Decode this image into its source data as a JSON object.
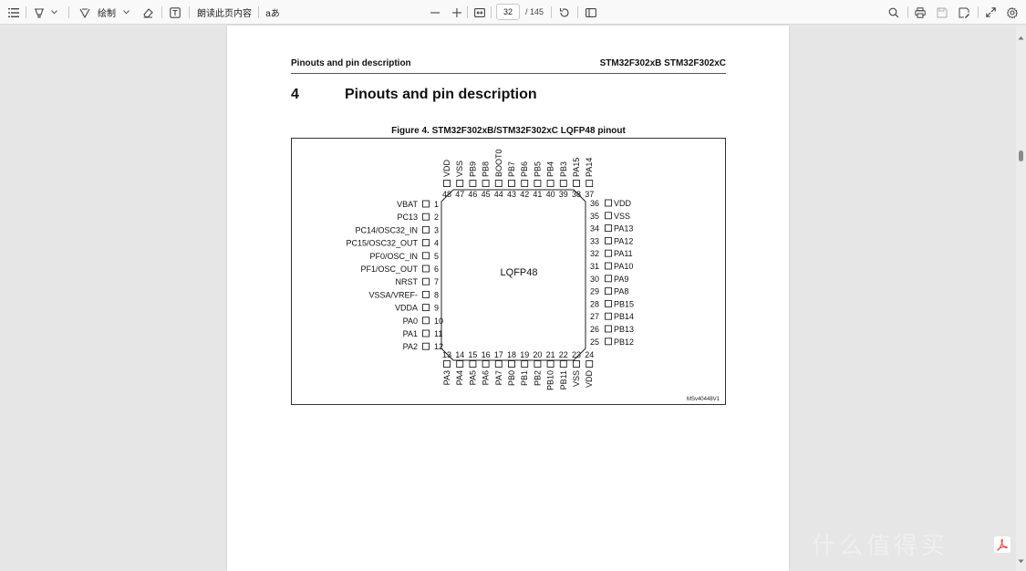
{
  "toolbar": {
    "draw_label": "绘制",
    "read_aloud_label": "朗读此页内容",
    "text_option_label": "aあ",
    "page_current": "32",
    "page_total": "/ 145"
  },
  "document": {
    "header_left": "Pinouts and pin description",
    "header_right": "STM32F302xB STM32F302xC",
    "section_number": "4",
    "section_title": "Pinouts and pin description",
    "figure_caption": "Figure 4. STM32F302xB/STM32F302xC LQFP48 pinout",
    "package_label": "LQFP48",
    "figure_id": "MSv40448V1",
    "pins_left": [
      {
        "num": "1",
        "name": "VBAT"
      },
      {
        "num": "2",
        "name": "PC13"
      },
      {
        "num": "3",
        "name": "PC14/OSC32_IN"
      },
      {
        "num": "4",
        "name": "PC15/OSC32_OUT"
      },
      {
        "num": "5",
        "name": "PF0/OSC_IN"
      },
      {
        "num": "6",
        "name": "PF1/OSC_OUT"
      },
      {
        "num": "7",
        "name": "NRST"
      },
      {
        "num": "8",
        "name": "VSSA/VREF-"
      },
      {
        "num": "9",
        "name": "VDDA"
      },
      {
        "num": "10",
        "name": "PA0"
      },
      {
        "num": "11",
        "name": "PA1"
      },
      {
        "num": "12",
        "name": "PA2"
      }
    ],
    "pins_bottom": [
      {
        "num": "13",
        "name": "PA3"
      },
      {
        "num": "14",
        "name": "PA4"
      },
      {
        "num": "15",
        "name": "PA5"
      },
      {
        "num": "16",
        "name": "PA6"
      },
      {
        "num": "17",
        "name": "PA7"
      },
      {
        "num": "18",
        "name": "PB0"
      },
      {
        "num": "19",
        "name": "PB1"
      },
      {
        "num": "20",
        "name": "PB2"
      },
      {
        "num": "21",
        "name": "PB10"
      },
      {
        "num": "22",
        "name": "PB11"
      },
      {
        "num": "23",
        "name": "VSS"
      },
      {
        "num": "24",
        "name": "VDD"
      }
    ],
    "pins_right": [
      {
        "num": "36",
        "name": "VDD"
      },
      {
        "num": "35",
        "name": "VSS"
      },
      {
        "num": "34",
        "name": "PA13"
      },
      {
        "num": "33",
        "name": "PA12"
      },
      {
        "num": "32",
        "name": "PA11"
      },
      {
        "num": "31",
        "name": "PA10"
      },
      {
        "num": "30",
        "name": "PA9"
      },
      {
        "num": "29",
        "name": "PA8"
      },
      {
        "num": "28",
        "name": "PB15"
      },
      {
        "num": "27",
        "name": "PB14"
      },
      {
        "num": "26",
        "name": "PB13"
      },
      {
        "num": "25",
        "name": "PB12"
      }
    ],
    "pins_top": [
      {
        "num": "48",
        "name": "VDD"
      },
      {
        "num": "47",
        "name": "VSS"
      },
      {
        "num": "46",
        "name": "PB9"
      },
      {
        "num": "45",
        "name": "PB8"
      },
      {
        "num": "44",
        "name": "BOOT0"
      },
      {
        "num": "43",
        "name": "PB7"
      },
      {
        "num": "42",
        "name": "PB6"
      },
      {
        "num": "41",
        "name": "PB5"
      },
      {
        "num": "40",
        "name": "PB4"
      },
      {
        "num": "39",
        "name": "PB3"
      },
      {
        "num": "38",
        "name": "PA15"
      },
      {
        "num": "37",
        "name": "PA14"
      }
    ]
  },
  "watermark_text": "什么值得买",
  "icons": {
    "contents": "list-icon",
    "highlight": "highlighter-icon",
    "draw": "draw-icon",
    "eraser": "eraser-icon",
    "text": "text-box-icon",
    "zoom_out": "minus-icon",
    "zoom_in": "plus-icon",
    "fit": "fit-width-icon",
    "rotate": "rotate-icon",
    "view": "page-view-icon",
    "search": "search-icon",
    "print": "print-icon",
    "save": "save-icon",
    "save_as": "save-as-icon",
    "fullscreen": "expand-icon",
    "settings": "gear-icon",
    "acrobat": "pdf-icon"
  },
  "colors": {
    "acrobat_red": "#e2574c"
  }
}
